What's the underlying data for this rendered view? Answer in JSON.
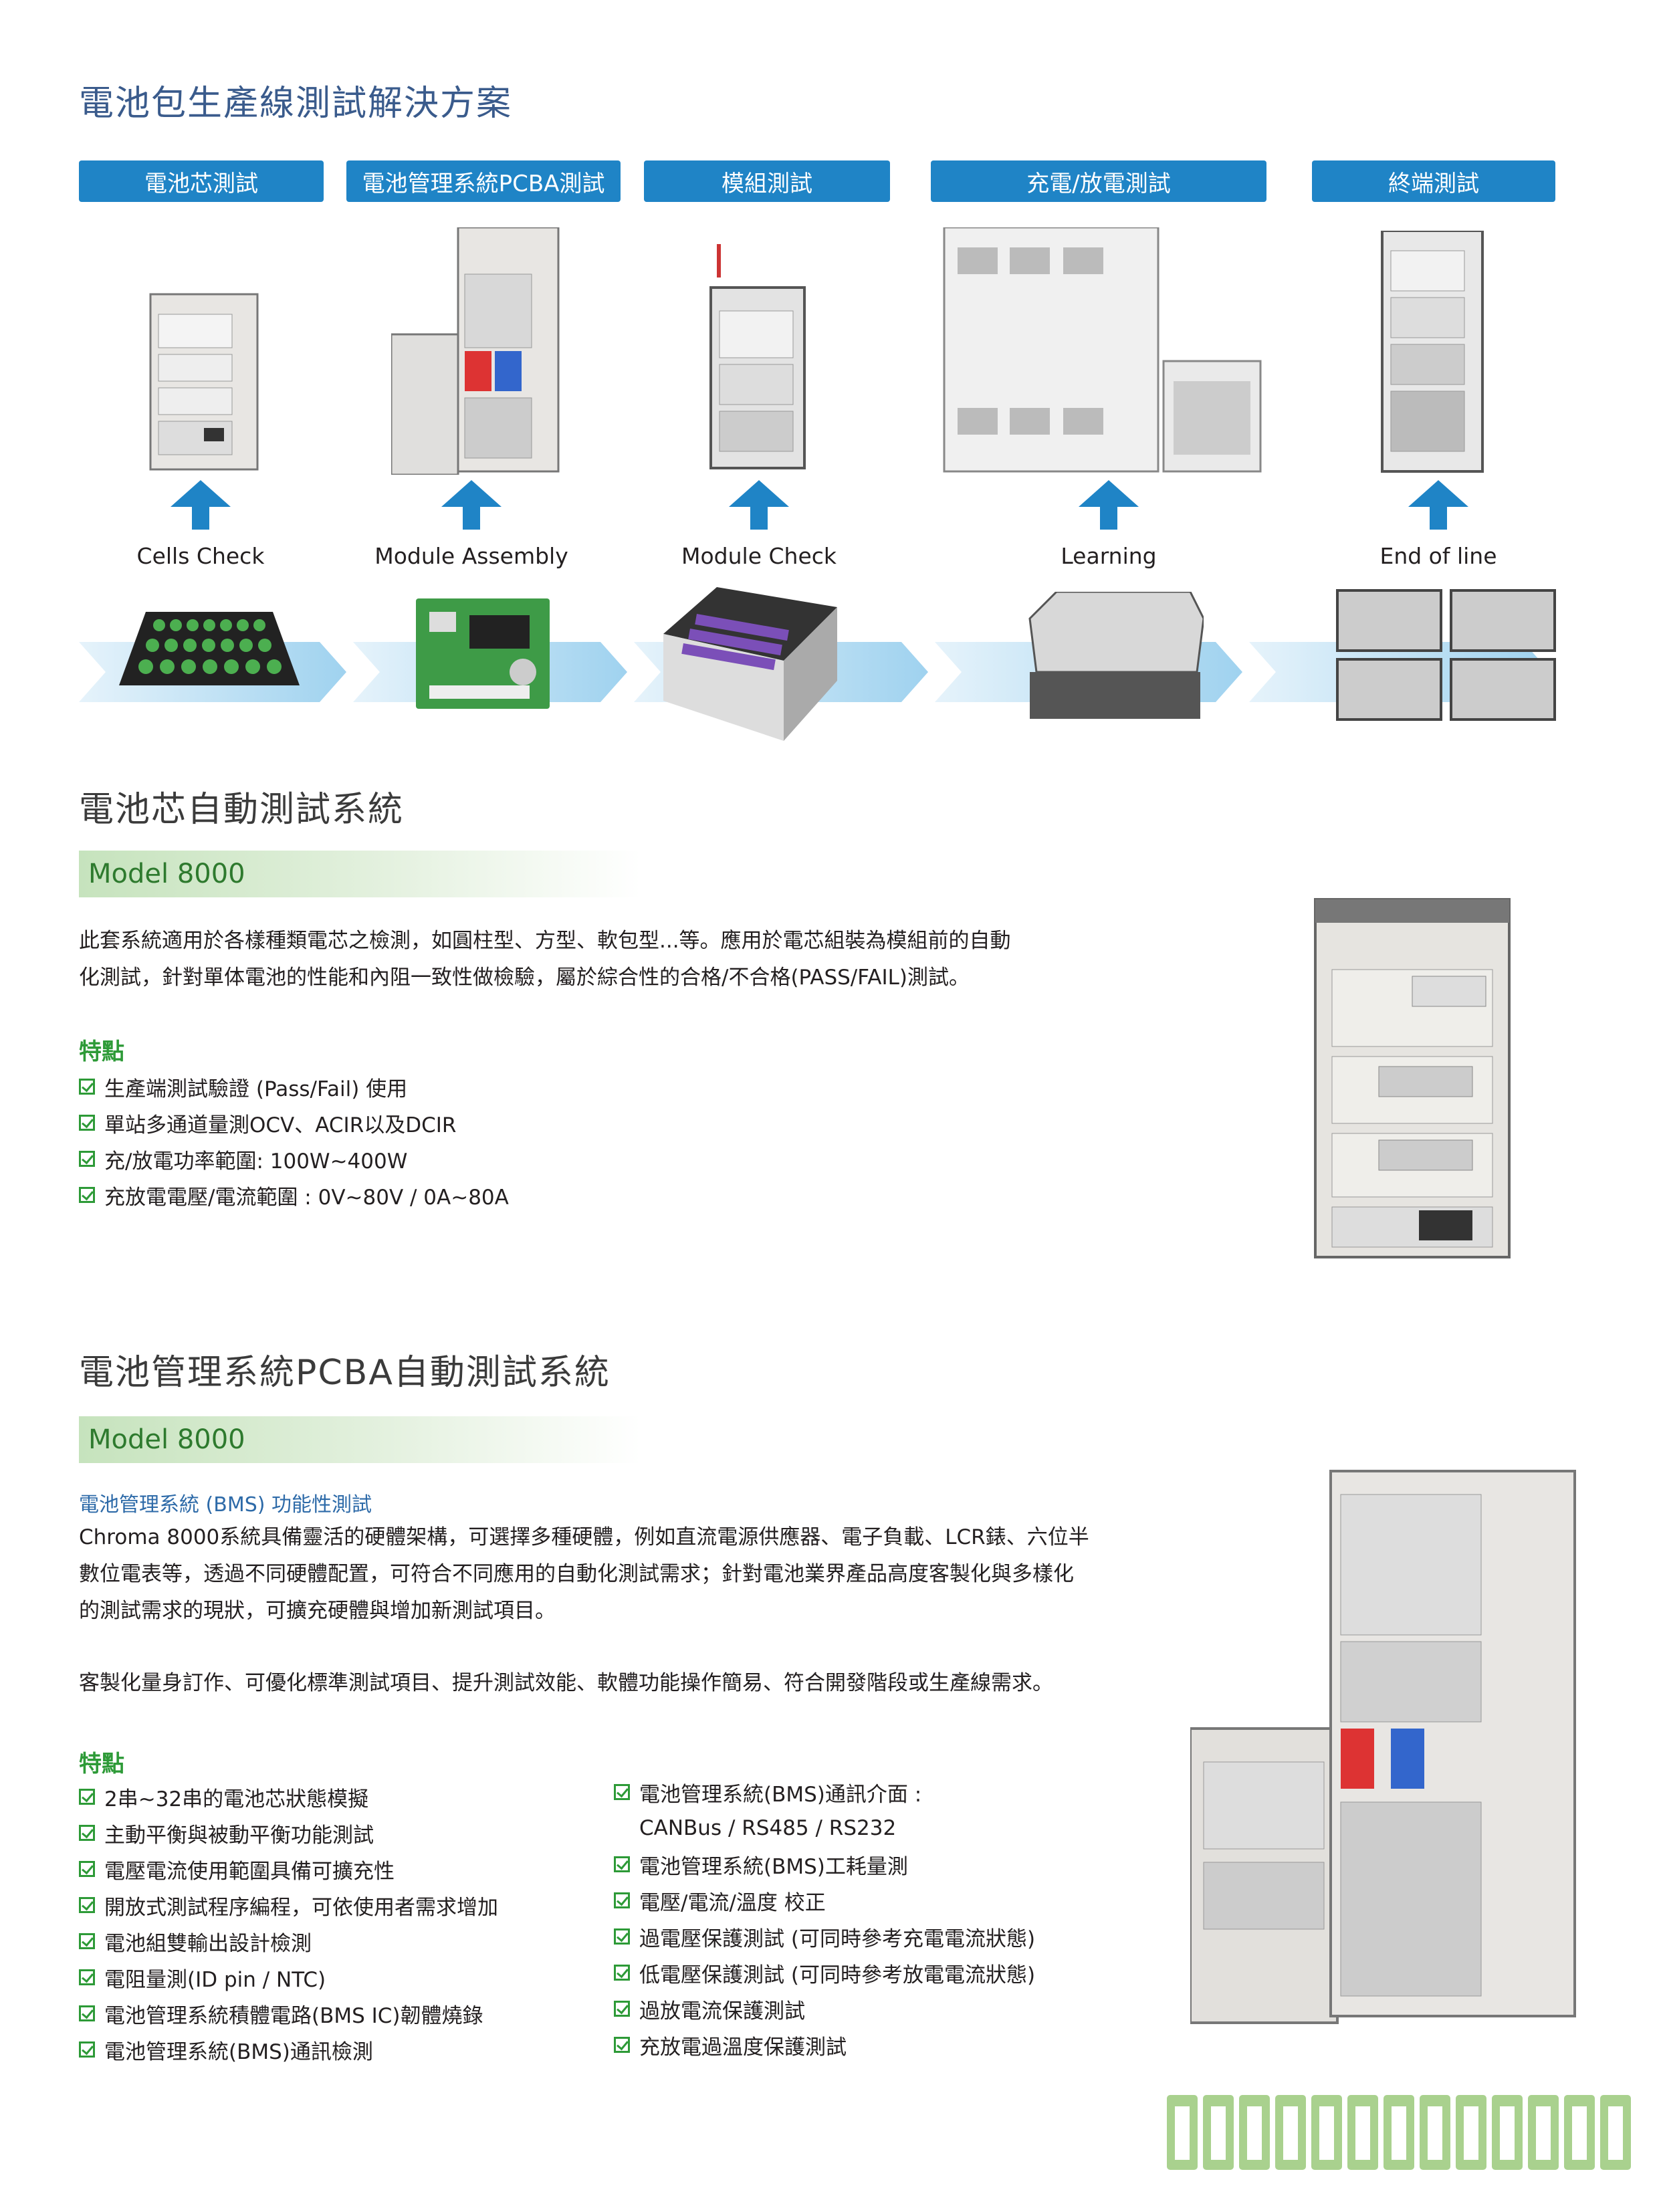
{
  "title": "電池包生產線測試解決方案",
  "stage_tabs": [
    "電池芯測試",
    "電池管理系統PCBA測試",
    "模組測試",
    "充電/放電測試",
    "終端測試"
  ],
  "stage_captions": [
    "Cells Check",
    "Module Assembly",
    "Module Check",
    "Learning",
    "End of line"
  ],
  "section1": {
    "heading": "電池芯自動測試系統",
    "model": "Model 8000",
    "paragraph_lines": [
      "此套系統適用於各樣種類電芯之檢測，如圓柱型、方型、軟包型...等。應用於電芯組裝為模組前的自動",
      "化測試，針對單体電池的性能和內阻一致性做檢驗，屬於綜合性的合格/不合格(PASS/FAIL)測試。"
    ],
    "features_heading": "特點",
    "features": [
      "生產端測試驗證 (Pass/Fail) 使用",
      "單站多通道量測OCV、ACIR以及DCIR",
      "充/放電功率範圍: 100W~400W",
      "充放電電壓/電流範圍 : 0V~80V / 0A~80A"
    ]
  },
  "section2": {
    "heading": "電池管理系統PCBA自動測試系統",
    "model": "Model 8000",
    "subheading": "電池管理系統 (BMS) 功能性測試",
    "paragraph_lines": [
      "Chroma 8000系統具備靈活的硬體架構，可選擇多種硬體，例如直流電源供應器、電子負載、LCR錶、六位半",
      "數位電表等，透過不同硬體配置，可符合不同應用的自動化測試需求；針對電池業界產品高度客製化與多樣化",
      "的測試需求的現狀，可擴充硬體與增加新測試項目。"
    ],
    "paragraph2": "客製化量身訂作、可優化標準測試項目、提升測試效能、軟體功能操作簡易、符合開發階段或生產線需求。",
    "features_heading": "特點",
    "features_left": [
      "2串~32串的電池芯狀態模擬",
      "主動平衡與被動平衡功能測試",
      "電壓電流使用範圍具備可擴充性",
      "開放式測試程序編程，可依使用者需求增加",
      "電池組雙輸出設計檢測",
      "電阻量測(ID pin / NTC)",
      "電池管理系統積體電路(BMS IC)韌體燒錄",
      "電池管理系統(BMS)通訊檢測"
    ],
    "features_right": [
      "電池管理系統(BMS)通訊介面 :",
      "CANBus / RS485 / RS232",
      "電池管理系統(BMS)工耗量測",
      "電壓/電流/溫度 校正",
      "過電壓保護測試 (可同時參考充電電流狀態)",
      "低電壓保護測試 (可同時參考放電電流狀態)",
      "過放電流保護測試",
      "充放電過溫度保護測試"
    ]
  },
  "colors": {
    "accent_blue": "#1f84c6",
    "title_blue": "#3a5b8c",
    "green": "#2d9a37",
    "battery_green": "#a9d18e"
  }
}
